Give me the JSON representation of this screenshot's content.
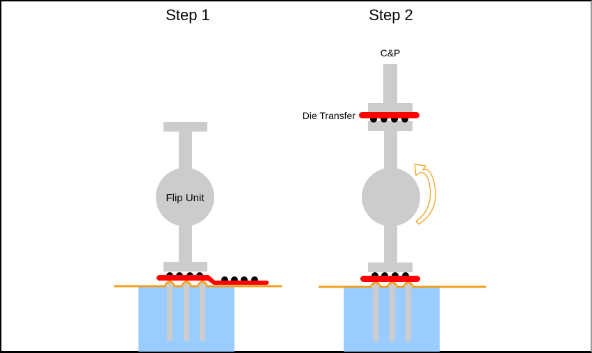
{
  "colors": {
    "machine_gray": "#cccccc",
    "die_red": "#ff0000",
    "bump_black": "#000000",
    "tape_orange": "#f4a01e",
    "chuck_blue": "#99ccff",
    "needle_gray": "#cccccc",
    "arrow_orange": "#f0a830"
  },
  "step1": {
    "title": "Step 1",
    "flip_unit_label": "Flip Unit",
    "attached_bumps": 4,
    "adjacent_die_bumps": 4,
    "ejector_needles": 3
  },
  "step2": {
    "title": "Step 2",
    "cp_label": "C&P",
    "die_transfer_label": "Die Transfer",
    "transferred_bumps": 4,
    "lower_bumps": 4,
    "ejector_needles": 3,
    "rotation_arrow": "counter-clockwise-arrow"
  }
}
